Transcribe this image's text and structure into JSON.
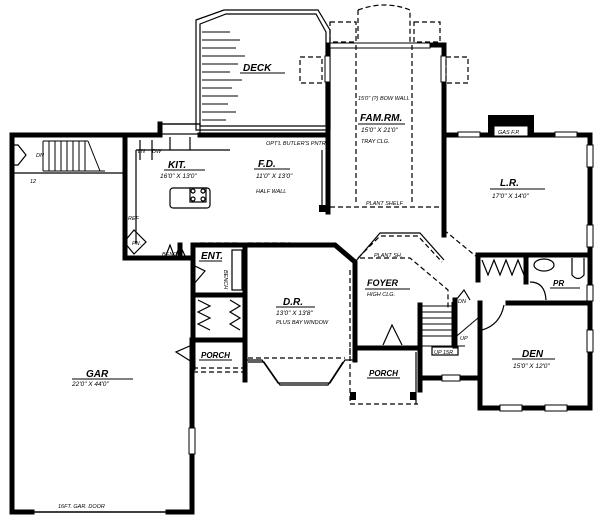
{
  "plan": {
    "rooms": [
      {
        "id": "deck",
        "name": "DECK",
        "dims": ""
      },
      {
        "id": "fam_rm",
        "name": "FAM.RM.",
        "dims": "15'0\" X 21'0\"",
        "note": "TRAY CLG."
      },
      {
        "id": "kit",
        "name": "KIT.",
        "dims": "16'0\" X 13'0\""
      },
      {
        "id": "fd",
        "name": "F.D.",
        "dims": "11'0\" X 13'0\""
      },
      {
        "id": "lr",
        "name": "L.R.",
        "dims": "17'0\" X 14'0\""
      },
      {
        "id": "dr",
        "name": "D.R.",
        "dims": "13'0\" X 13'8\"",
        "note": "PLUS BAY WINDOW"
      },
      {
        "id": "foyer",
        "name": "FOYER",
        "dims": "",
        "note": "HIGH CLG."
      },
      {
        "id": "den",
        "name": "DEN",
        "dims": "15'0\" X 12'0\""
      },
      {
        "id": "pr",
        "name": "PR",
        "dims": ""
      },
      {
        "id": "gar",
        "name": "GAR",
        "dims": "22'0\" X 44'0\""
      },
      {
        "id": "ent",
        "name": "ENT.",
        "dims": ""
      },
      {
        "id": "porch_side",
        "name": "PORCH",
        "dims": ""
      },
      {
        "id": "porch_front",
        "name": "PORCH",
        "dims": ""
      }
    ],
    "annotations": {
      "fam_arch": "15'0\" (?) BOW WALL",
      "fd_opt": "OPT'L BUTLER'S PNTRY",
      "half_wall": "HALF WALL",
      "plant_shelf_fam": "PLANT SHELF",
      "plant_shelf_foyer": "PLANT SH.",
      "fireplace": "GAS F.P.",
      "bench": "BENCH",
      "bench_vert": "BENCH",
      "pantry": "PN.",
      "ref": "REF",
      "lav": "LN",
      "dw": "DW",
      "up_garage": "UP",
      "up_stair": "UP 15R",
      "dn": "DN",
      "up": "UP",
      "gar_door": "16FT. GAR. DOOR",
      "garage_step": "12",
      "dn_garage": "DN"
    }
  }
}
